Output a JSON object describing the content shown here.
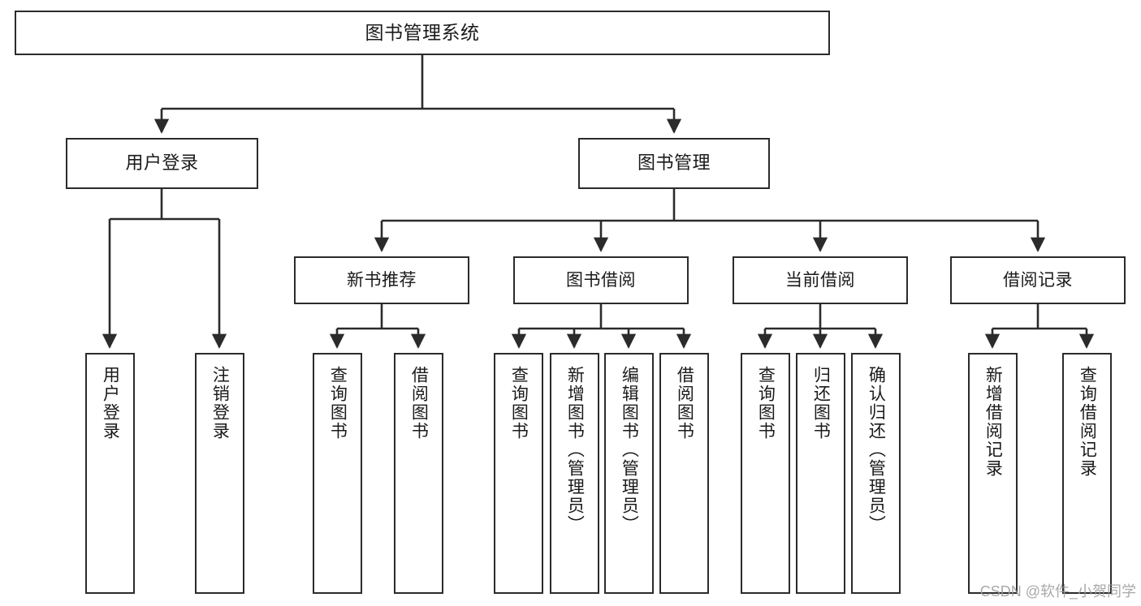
{
  "diagram": {
    "title": "图书管理系统",
    "type": "hierarchy-tree",
    "watermark": "CSDN @软件_小贺同学",
    "colors": {
      "stroke": "#2b2b2b",
      "fill": "#ffffff",
      "text": "#1a1a1a",
      "watermark": "#9a9a9a"
    },
    "nodes": {
      "root": {
        "label": "图书管理系统"
      },
      "level2": [
        {
          "id": "user-login",
          "label": "用户登录"
        },
        {
          "id": "book-manage",
          "label": "图书管理"
        }
      ],
      "level3": [
        {
          "id": "new-book-recommend",
          "label": "新书推荐"
        },
        {
          "id": "book-borrow",
          "label": "图书借阅"
        },
        {
          "id": "current-borrow",
          "label": "当前借阅"
        },
        {
          "id": "borrow-record",
          "label": "借阅记录"
        }
      ],
      "leaves": {
        "user-login": [
          {
            "id": "leaf-user-login",
            "label": "用户登录"
          },
          {
            "id": "leaf-logout",
            "label": "注销登录"
          }
        ],
        "new-book-recommend": [
          {
            "id": "leaf-query-book-1",
            "label": "查询图书"
          },
          {
            "id": "leaf-borrow-book-1",
            "label": "借阅图书"
          }
        ],
        "book-borrow": [
          {
            "id": "leaf-query-book-2",
            "label": "查询图书"
          },
          {
            "id": "leaf-add-book",
            "label": "新增图书（管理员）"
          },
          {
            "id": "leaf-edit-book",
            "label": "编辑图书（管理员）"
          },
          {
            "id": "leaf-borrow-book-2",
            "label": "借阅图书"
          }
        ],
        "current-borrow": [
          {
            "id": "leaf-query-book-3",
            "label": "查询图书"
          },
          {
            "id": "leaf-return-book",
            "label": "归还图书"
          },
          {
            "id": "leaf-confirm-return",
            "label": "确认归还（管理员）"
          }
        ],
        "borrow-record": [
          {
            "id": "leaf-add-record",
            "label": "新增借阅记录"
          },
          {
            "id": "leaf-query-record",
            "label": "查询借阅记录"
          }
        ]
      }
    }
  }
}
